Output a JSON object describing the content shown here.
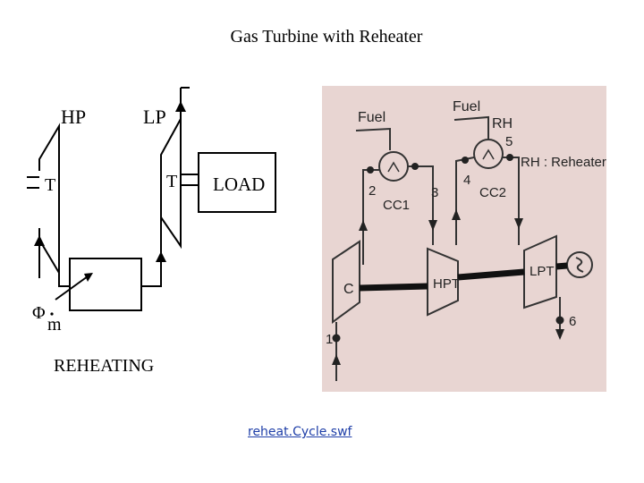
{
  "title": "Gas Turbine with Reheater",
  "left_diagram": {
    "hp_label": "HP",
    "lp_label": "LP",
    "t_label_hp": "T",
    "t_label_lp": "T",
    "load_label": "LOAD",
    "phi_label": "Φ",
    "m_label": "m",
    "reheating_label": "REHEATING"
  },
  "right_diagram": {
    "fuel_label_1": "Fuel",
    "fuel_label_2": "Fuel",
    "rh_label": "RH",
    "cc1_label": "CC1",
    "cc2_label": "CC2",
    "rh_note": "RH : Reheater",
    "compressor_label": "C",
    "hpt_label": "HPT",
    "lpt_label": "LPT",
    "state_1": "1",
    "state_2": "2",
    "state_3": "3",
    "state_4": "4",
    "state_5": "5",
    "state_6": "6"
  },
  "link_text": "reheat.Cycle.swf"
}
